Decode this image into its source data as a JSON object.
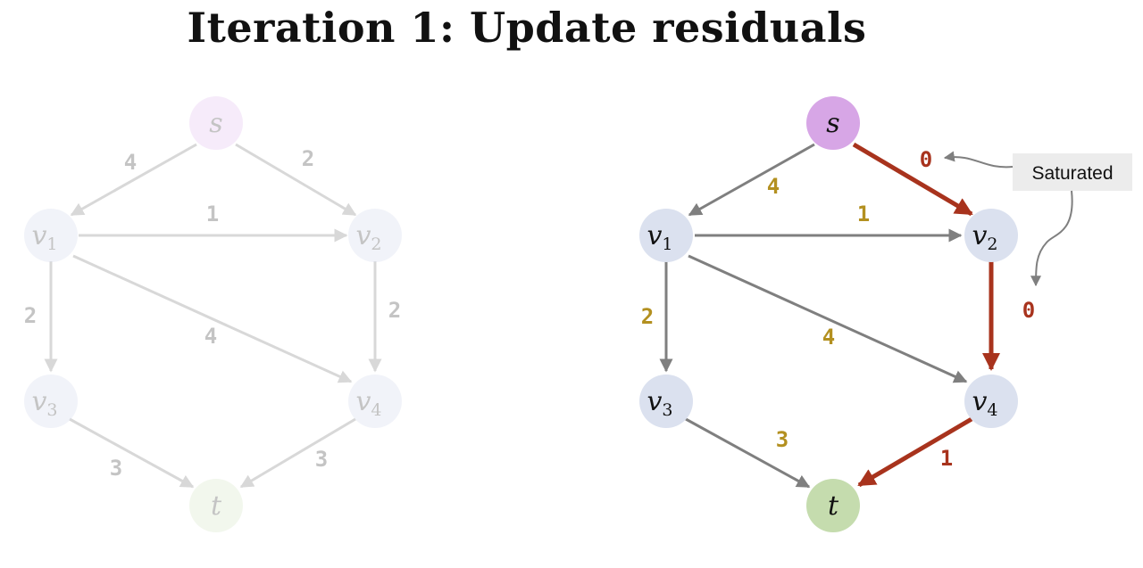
{
  "title": "Iteration 1: Update residuals",
  "colors": {
    "source_node": "#d7a6e6",
    "sink_node": "#c5dcae",
    "inner_node": "#dbe1ef",
    "edge_gray": "#7f7f7f",
    "edge_saturated": "#a8331d",
    "label_residual": "#b39020",
    "label_saturated": "#a8331d",
    "faded_edge": "#d8d8d8",
    "faded_label": "#c4c4c4",
    "callout_bg": "#ececec"
  },
  "nodes": {
    "s": {
      "label": "s",
      "sub": ""
    },
    "v1": {
      "label": "v",
      "sub": "1"
    },
    "v2": {
      "label": "v",
      "sub": "2"
    },
    "v3": {
      "label": "v",
      "sub": "3"
    },
    "v4": {
      "label": "v",
      "sub": "4"
    },
    "t": {
      "label": "t",
      "sub": ""
    }
  },
  "original_graph": {
    "capacities": {
      "s_v1": "4",
      "s_v2": "2",
      "v1_v2": "1",
      "v1_v3": "2",
      "v1_v4": "4",
      "v2_v4": "2",
      "v3_t": "3",
      "v4_t": "3"
    }
  },
  "residual_graph": {
    "residuals": {
      "s_v1": "4",
      "s_v2": "0",
      "v1_v2": "1",
      "v1_v3": "2",
      "v1_v4": "4",
      "v2_v4": "0",
      "v3_t": "3",
      "v4_t": "1"
    }
  },
  "callout": {
    "text": "Saturated"
  }
}
